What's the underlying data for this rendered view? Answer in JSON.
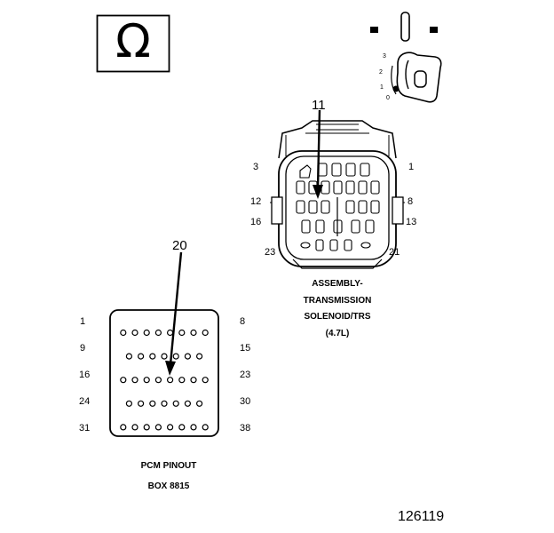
{
  "ohm_symbol": "Ω",
  "ignition_positions": [
    "3",
    "2",
    "1",
    "0"
  ],
  "trs": {
    "callout": "11",
    "pin_labels": {
      "p3": "3",
      "p1": "1",
      "p12": "12",
      "p8": "8",
      "p16": "16",
      "p13": "13",
      "p23": "23",
      "p21": "21"
    },
    "caption_line1": "ASSEMBLY-",
    "caption_line2": "TRANSMISSION",
    "caption_line3": "SOLENOID/TRS",
    "caption_line4": "(4.7L)"
  },
  "pcm": {
    "callout": "20",
    "left_labels": [
      "1",
      "9",
      "16",
      "24",
      "31"
    ],
    "right_labels": [
      "8",
      "15",
      "23",
      "30",
      "38"
    ],
    "pins_per_row": [
      8,
      7,
      8,
      7,
      8
    ],
    "caption_line1": "PCM PINOUT",
    "caption_line2": "BOX 8815"
  },
  "figure_number": "126119"
}
